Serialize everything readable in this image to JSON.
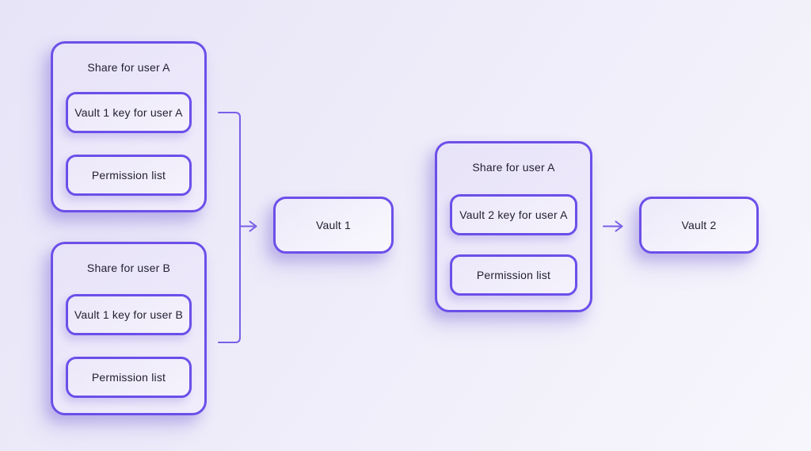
{
  "palette": {
    "bg_start": "#e7e4f8",
    "bg_mid": "#eeecf9",
    "bg_end": "#f7f6fc",
    "box_border": "#6c4fe9",
    "box_fill_start": "#e8e3f8",
    "box_fill_end": "#f0ecfb",
    "inner_fill_start": "#ece8fa",
    "inner_fill_end": "#f5f2fc",
    "vault_fill_start": "#edeafa",
    "vault_fill_end": "#f9f8fd",
    "connector": "#7a5fe8",
    "text": "#232033",
    "shadow_strong": "rgba(106,84,209,0.30)",
    "shadow_soft": "rgba(106,84,209,0.22)",
    "shadow_faint": "rgba(106,84,209,0.14)"
  },
  "groups": [
    {
      "title": "Share for user A",
      "items": [
        "Vault 1 key for user A",
        "Permission list"
      ]
    },
    {
      "title": "Share for user B",
      "items": [
        "Vault 1 key for user B",
        "Permission list"
      ]
    },
    {
      "title": "Share for user A",
      "items": [
        "Vault 2 key for user A",
        "Permission list"
      ]
    }
  ],
  "vaults": [
    {
      "label": "Vault 1"
    },
    {
      "label": "Vault 2"
    }
  ]
}
